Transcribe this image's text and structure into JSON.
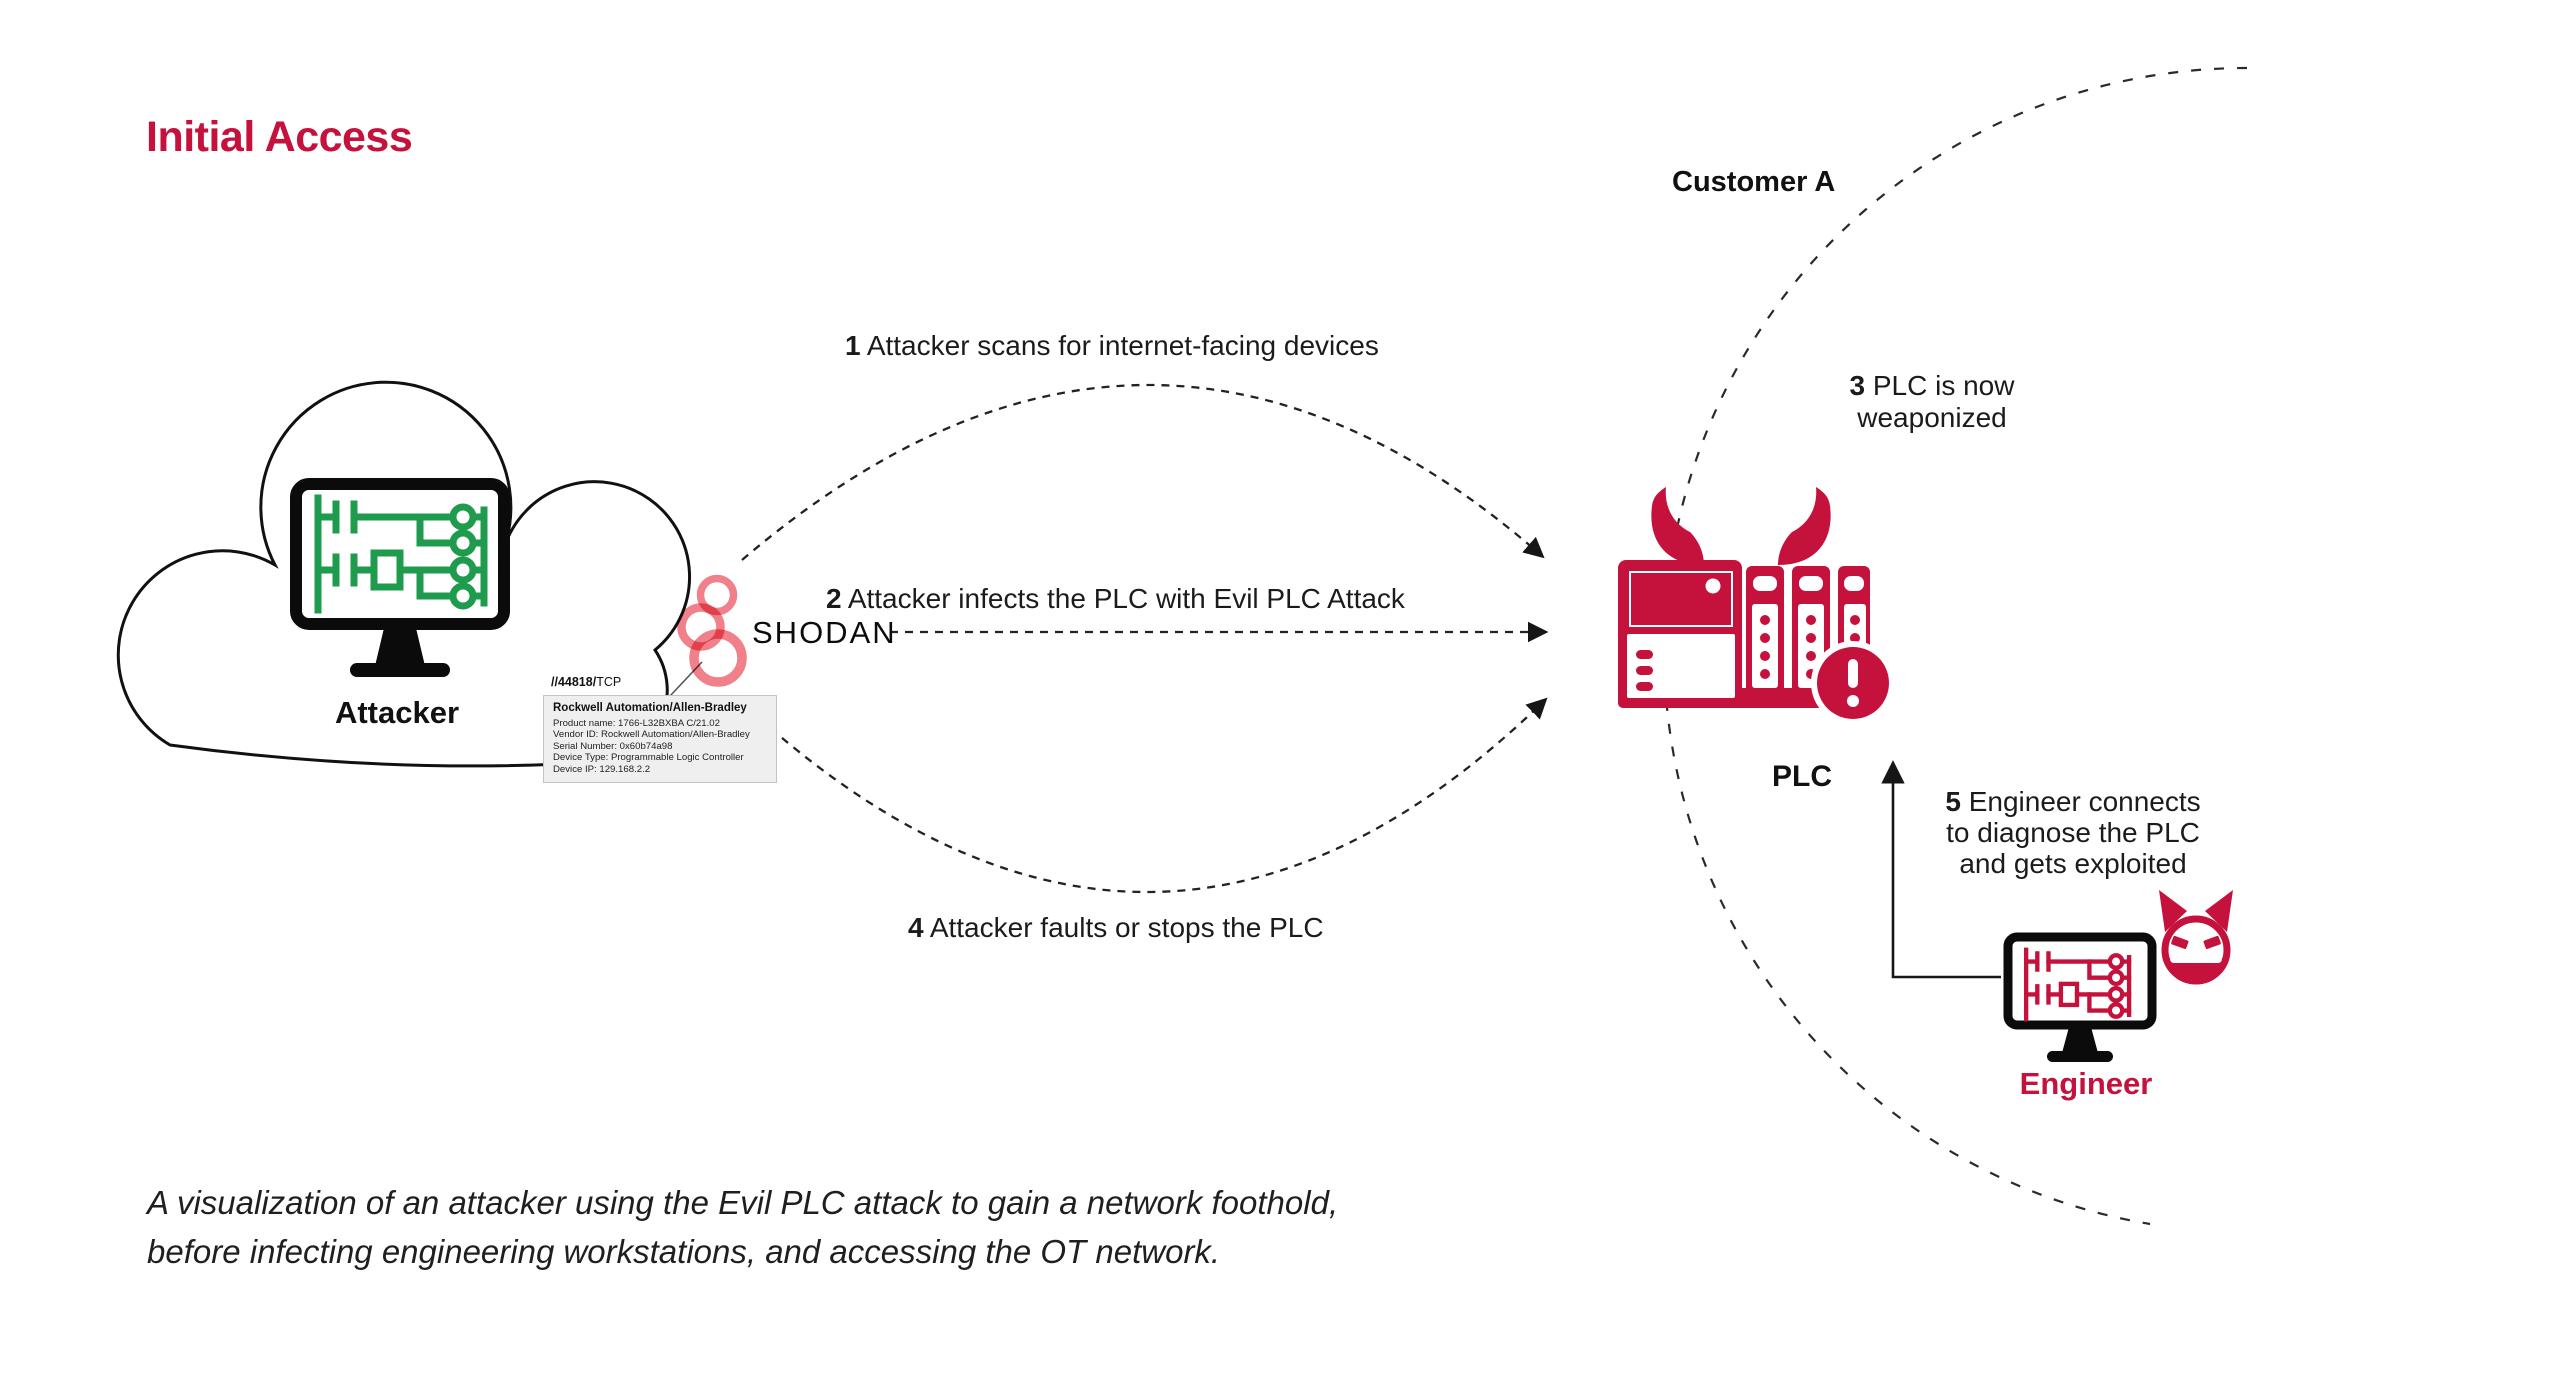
{
  "title": "Initial Access",
  "colors": {
    "accent_red": "#C5123C",
    "ladder_green": "#1E9B4D",
    "shodan_pink": "#F0808A",
    "text_dark": "#1B1B1B",
    "tooltip_bg": "#EFEFEF"
  },
  "attacker": {
    "label": "Attacker"
  },
  "shodan": {
    "label": "SHODAN"
  },
  "port_banner": {
    "port": "//44818/",
    "protocol": "TCP"
  },
  "tooltip": {
    "header": "Rockwell Automation/Allen-Bradley",
    "rows": [
      "Product name: 1766-L32BXBA C/21.02",
      "Vendor ID: Rockwell Automation/Allen-Bradley",
      "Serial Number: 0x60b74a98",
      "Device Type: Programmable Logic Controller",
      "Device IP: 129.168.2.2"
    ]
  },
  "customer": {
    "label": "Customer A"
  },
  "plc": {
    "label": "PLC"
  },
  "engineer": {
    "label": "Engineer"
  },
  "steps": {
    "s1": {
      "num": "1",
      "text": "Attacker scans for internet-facing devices"
    },
    "s2": {
      "num": "2",
      "text": "Attacker infects the PLC with Evil PLC Attack"
    },
    "s3": {
      "num": "3",
      "line1": "PLC is now",
      "line2": "weaponized"
    },
    "s4": {
      "num": "4",
      "text": "Attacker faults or stops the PLC"
    },
    "s5": {
      "num": "5",
      "line1": "Engineer connects",
      "line2": "to diagnose the PLC",
      "line3": "and gets exploited"
    }
  },
  "caption": {
    "line1": "A visualization of an attacker using the Evil PLC attack to gain a network foothold,",
    "line2": "before infecting engineering workstations, and accessing the OT network."
  },
  "icons": {
    "cloud-icon": "internet-cloud-outline",
    "attacker-workstation-icon": "monitor-with-green-ladder-logic",
    "shodan-icon": "three-pink-rings",
    "scan-arrow-icon": "dashed-curved-arrow",
    "infect-arrow-icon": "dashed-straight-arrow",
    "fault-arrow-icon": "dashed-curved-arrow",
    "customer-boundary-icon": "large-dashed-circle",
    "plc-icon": "plc-rack-with-devil-horns",
    "alert-icon": "exclamation-circle-badge",
    "connect-arrow-icon": "solid-elbow-arrow",
    "engineer-workstation-icon": "monitor-with-red-ladder-logic",
    "devil-face-icon": "devil-smiley"
  }
}
